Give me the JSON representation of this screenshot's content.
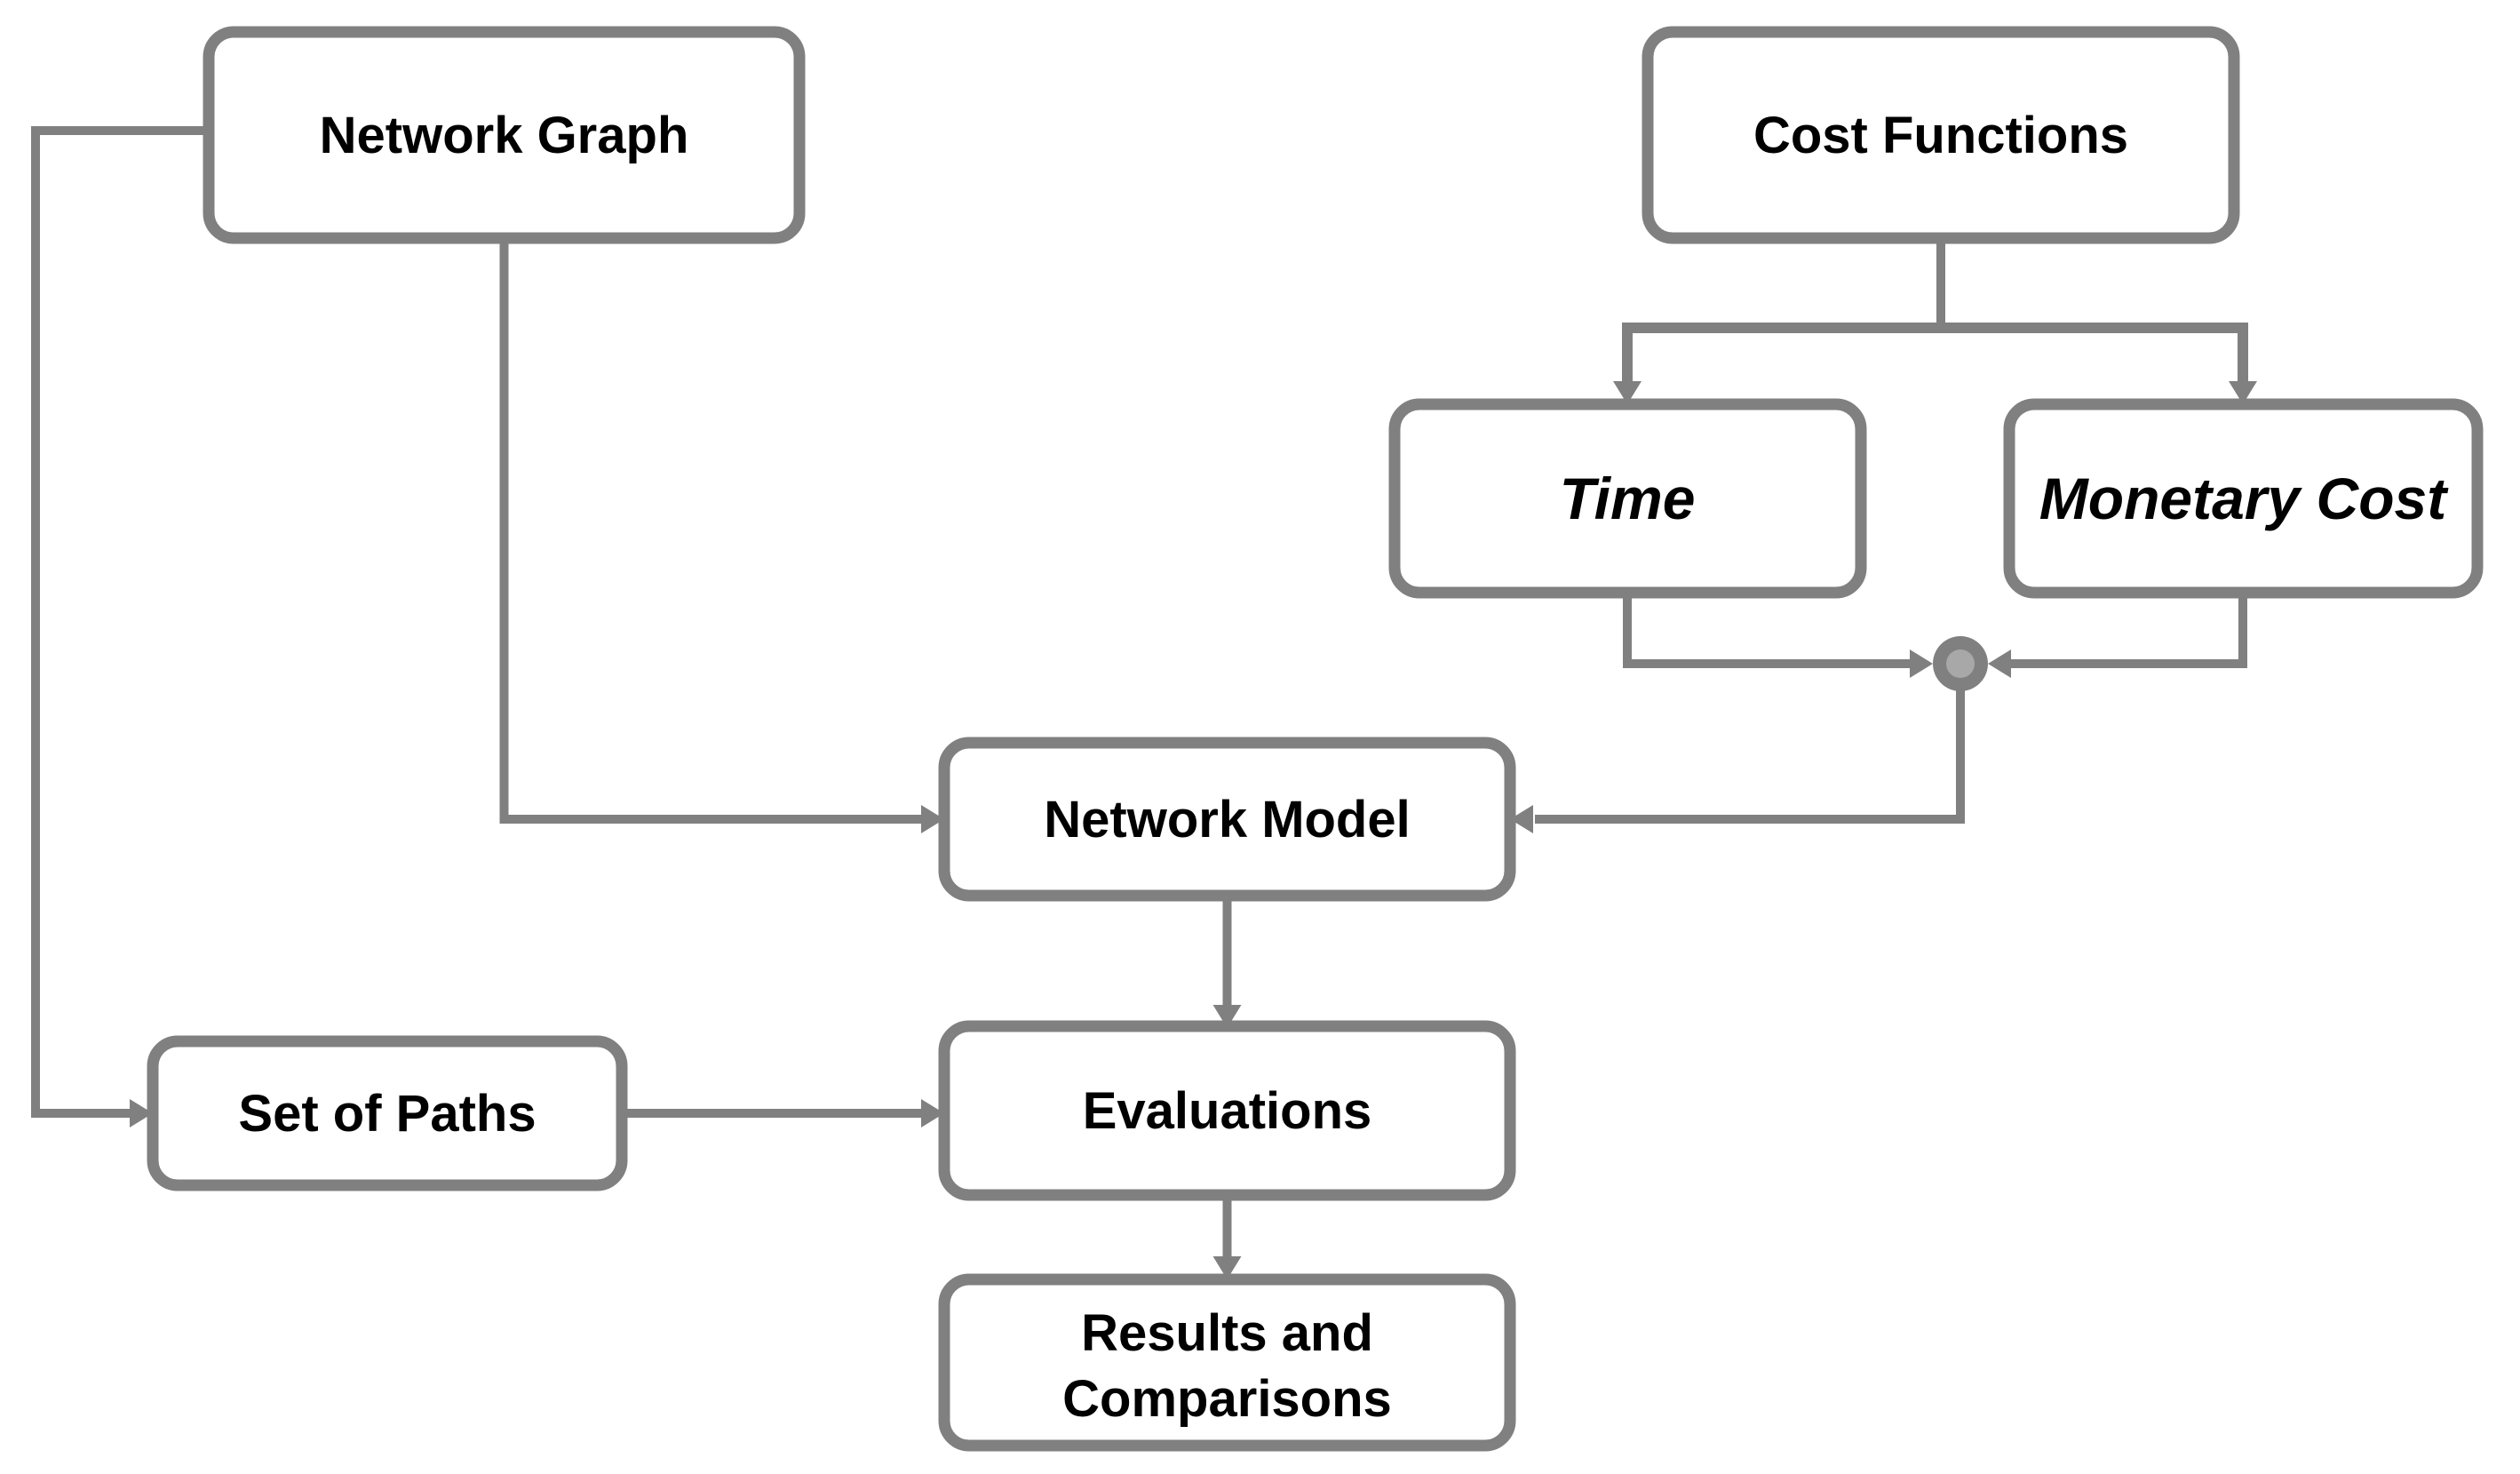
{
  "diagram": {
    "type": "flowchart",
    "nodes": {
      "network_graph": {
        "label": "Network Graph"
      },
      "cost_functions": {
        "label": "Cost Functions"
      },
      "time": {
        "label": "Time"
      },
      "monetary_cost": {
        "label": "Monetary Cost"
      },
      "network_model": {
        "label": "Network Model"
      },
      "set_of_paths": {
        "label": "Set of Paths"
      },
      "evaluations": {
        "label": "Evaluations"
      },
      "results": {
        "line1": "Results and",
        "line2": "Comparisons"
      }
    },
    "edges": [
      {
        "id": "network-graph-to-set-of-paths",
        "from": "network_graph",
        "to": "set_of_paths",
        "arrow": true
      },
      {
        "id": "network-graph-to-network-model",
        "from": "network_graph",
        "to": "network_model",
        "arrow": true
      },
      {
        "id": "cost-functions-to-time",
        "from": "cost_functions",
        "to": "time",
        "arrow": true
      },
      {
        "id": "cost-functions-to-monetary-cost",
        "from": "cost_functions",
        "to": "monetary_cost",
        "arrow": true
      },
      {
        "id": "time-to-junction",
        "from": "time",
        "to": "junction",
        "arrow": true
      },
      {
        "id": "monetary-cost-to-junction",
        "from": "monetary_cost",
        "to": "junction",
        "arrow": true
      },
      {
        "id": "junction-to-network-model",
        "from": "junction",
        "to": "network_model",
        "arrow": true
      },
      {
        "id": "network-model-to-evaluations",
        "from": "network_model",
        "to": "evaluations",
        "arrow": true
      },
      {
        "id": "set-of-paths-to-evaluations",
        "from": "set_of_paths",
        "to": "evaluations",
        "arrow": true
      },
      {
        "id": "evaluations-to-results",
        "from": "evaluations",
        "to": "results",
        "arrow": true
      }
    ],
    "junction": {
      "shape": "filled-circle-with-lighter-core"
    }
  },
  "colors": {
    "line": "#808080",
    "node-border": "#808080",
    "node-fill": "#ffffff",
    "text": "#000000",
    "junction-inner": "#a8a8a8",
    "background": "#ffffff"
  }
}
